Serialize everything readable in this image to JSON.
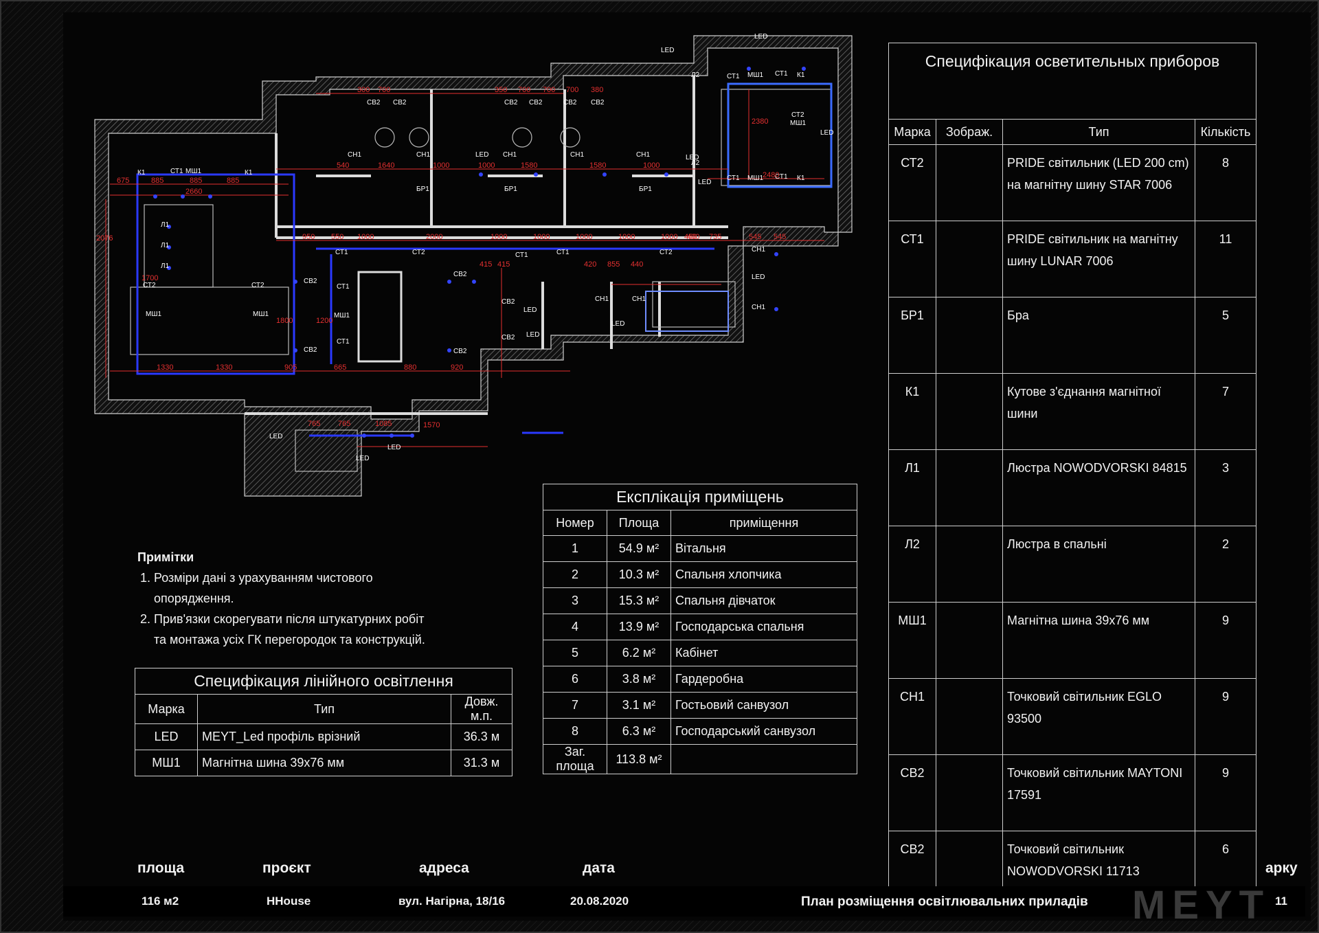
{
  "fixtures": {
    "title": "Специфікация осветительных приборов",
    "headers": [
      "Марка",
      "Зображ.",
      "Тип",
      "Кількість"
    ],
    "rows": [
      {
        "mark": "СТ2",
        "type": "PRIDE світильник (LED 200 cm) на магнітну шину STAR 7006",
        "qty": "8"
      },
      {
        "mark": "СТ1",
        "type": "PRIDE світильник на магнітну шину LUNAR 7006",
        "qty": "11"
      },
      {
        "mark": "БР1",
        "type": "Бра",
        "qty": "5"
      },
      {
        "mark": "К1",
        "type": "Кутове з'єднання магнітної шини",
        "qty": "7"
      },
      {
        "mark": "Л1",
        "type": "Люстра NOWODVORSKI 84815",
        "qty": "3"
      },
      {
        "mark": "Л2",
        "type": "Люстра в спальні",
        "qty": "2"
      },
      {
        "mark": "МШ1",
        "type": "Магнітна шина 39х76 мм",
        "qty": "9"
      },
      {
        "mark": "СН1",
        "type": "Точковий світильник EGLO 93500",
        "qty": "9"
      },
      {
        "mark": "СВ2",
        "type": "Точковий світильник MAYTONI 17591",
        "qty": "9"
      },
      {
        "mark": "СВ2",
        "type": "Точковий світильник NOWODVORSKI 11713",
        "qty": "6"
      }
    ]
  },
  "rooms": {
    "title": "Експлікація приміщень",
    "headers": [
      "Номер",
      "Площа",
      "приміщення"
    ],
    "rows": [
      {
        "num": "1",
        "area": "54.9 м²",
        "name": "Вітальня"
      },
      {
        "num": "2",
        "area": "10.3 м²",
        "name": "Спальня хлопчика"
      },
      {
        "num": "3",
        "area": "15.3 м²",
        "name": "Спальня дівчаток"
      },
      {
        "num": "4",
        "area": "13.9 м²",
        "name": "Господарська спальня"
      },
      {
        "num": "5",
        "area": "6.2 м²",
        "name": "Кабінет"
      },
      {
        "num": "6",
        "area": "3.8 м²",
        "name": "Гардеробна"
      },
      {
        "num": "7",
        "area": "3.1 м²",
        "name": "Гостьовий санвузол"
      },
      {
        "num": "8",
        "area": "6.3 м²",
        "name": "Господарський санвузол"
      }
    ],
    "total_label": "Заг. площа",
    "total_area": "113.8 м²"
  },
  "linear": {
    "title": "Специфікация лінійного освітлення",
    "headers": [
      "Марка",
      "Тип",
      "Довж. м.п."
    ],
    "rows": [
      {
        "mark": "LED",
        "type": "MEYT_Led профіль врізний",
        "len": "36.3 м"
      },
      {
        "mark": "МШ1",
        "type": "Магнітна шина 39х76 мм",
        "len": "31.3 м"
      }
    ]
  },
  "notes": {
    "title": "Примітки",
    "items": [
      "Розміри дані з урахуванням чистового опорядження.",
      "Прив'язки скорегувати після штукатурних робіт та монтажа усіх ГК перегородок та конструкцій."
    ]
  },
  "title_block": {
    "labels": {
      "area": "площа",
      "project": "проєкт",
      "address": "адреса",
      "date": "дата",
      "sheet": "арку"
    },
    "values": {
      "area": "116 м2",
      "project": "HHouse",
      "address": "вул. Нагірна, 18/16",
      "date": "20.08.2020",
      "drawing": "План розміщення освітлювальних приладів",
      "sheet": "11"
    },
    "logo": "MEYT"
  },
  "plan": {
    "labels": {
      "led": "LED",
      "ct1": "СТ1",
      "ct2": "СТ2",
      "msh1": "МШ1",
      "k1": "К1",
      "l1": "Л1",
      "l2": "Л2",
      "cb2": "СВ2",
      "ch1": "СН1",
      "br1": "БР1"
    },
    "dims": [
      "300",
      "700",
      "350",
      "700",
      "700",
      "700",
      "380",
      "540",
      "1640",
      "1000",
      "1000",
      "1580",
      "1580",
      "1000",
      "675",
      "885",
      "885",
      "885",
      "2660",
      "2076",
      "1700",
      "1330",
      "1330",
      "950",
      "550",
      "1000",
      "2000",
      "1000",
      "1000",
      "1000",
      "1000",
      "1000",
      "400",
      "735",
      "545",
      "545",
      "2380",
      "2480",
      "1800",
      "1200",
      "905",
      "665",
      "880",
      "920",
      "765",
      "765",
      "1085",
      "1570",
      "450",
      "415",
      "415",
      "420",
      "855",
      "440"
    ]
  }
}
